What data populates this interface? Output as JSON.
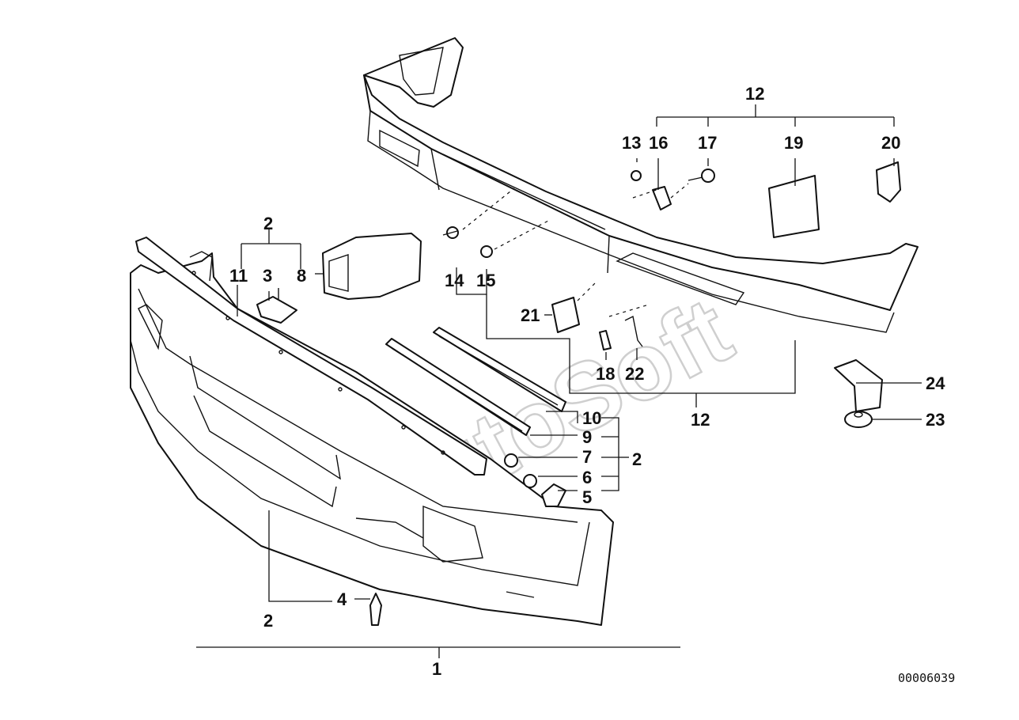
{
  "diagram": {
    "watermark": "AutoSoft",
    "reference_number": "00006039",
    "callouts": {
      "c1": "1",
      "c2_top": "2",
      "c2_bottom": "2",
      "c2_right": "2",
      "c3": "3",
      "c4": "4",
      "c5": "5",
      "c6": "6",
      "c7": "7",
      "c8": "8",
      "c9": "9",
      "c10": "10",
      "c11": "11",
      "c12_top": "12",
      "c12_bottom": "12",
      "c13": "13",
      "c14": "14",
      "c15": "15",
      "c16": "16",
      "c17": "17",
      "c18": "18",
      "c19": "19",
      "c20": "20",
      "c21": "21",
      "c22": "22",
      "c23": "23",
      "c24": "24"
    }
  }
}
